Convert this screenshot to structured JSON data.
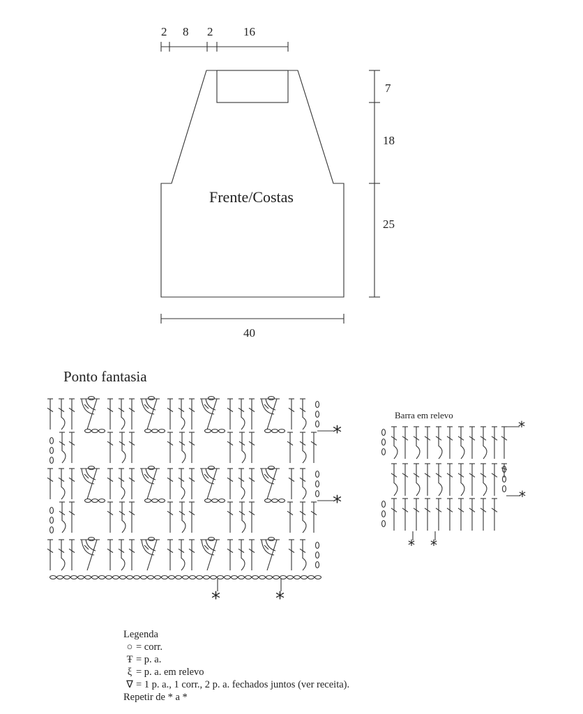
{
  "schematic": {
    "top_dims": [
      "2",
      "8",
      "2",
      "16"
    ],
    "right_dims": [
      "7",
      "18",
      "25"
    ],
    "bottom_dim": "40",
    "piece_label": "Frente/Costas"
  },
  "stitch_chart": {
    "title": "Ponto fantasia",
    "repeat_mark": "*"
  },
  "border_chart": {
    "title": "Barra em relevo",
    "repeat_mark": "*"
  },
  "legend": {
    "title": "Legenda",
    "items": [
      {
        "icon": "chain-icon",
        "text": "= corr."
      },
      {
        "icon": "double-crochet-icon",
        "text": "= p. a."
      },
      {
        "icon": "relief-double-crochet-icon",
        "text": "= p. a. em relevo"
      },
      {
        "icon": "shell-cluster-icon",
        "text": "= 1 p. a., 1 corr., 2 p. a. fechados juntos (ver receita)."
      }
    ],
    "repeat_note": "Repetir de * a *"
  },
  "colors": {
    "ink": "#333333",
    "background": "#ffffff"
  }
}
